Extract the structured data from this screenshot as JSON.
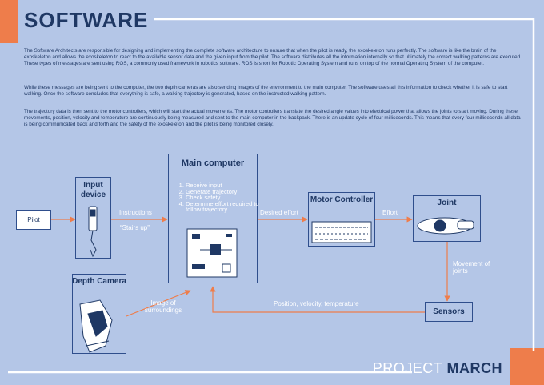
{
  "title": "SOFTWARE",
  "paragraphs": [
    "The Software Architects are responsible for designing and implementing the complete software architecture to ensure that when the pilot is ready, the exoskeleton runs perfectly. The software is like the brain of the exoskeleton and allows the exoskeleton to react to the available sensor data and the given input from the pilot. The software distributes all the information internally so that ultimately the correct walking patterns are executed. These types of messages are sent using ROS, a commonly used framework in robotics software. ROS is short for Robotic Operating System and runs on top of the normal Operating System of the computer.",
    "While these messages are being sent to the computer, the two depth cameras are also sending images of the environment to the main computer. The software uses all this information to check whether it is safe to start walking. Once the software concludes that everything is safe, a walking trajectory is generated, based on the instructed walking pattern.",
    "The trajectory data is then sent to the motor controllers, which will start the actual movements. The motor controllers translate the desired angle values into electrical power that allows the joints to start moving. During these movements, position, velocity and temperature are continuously being measured and sent to the main computer in the backpack. There is an update cycle of four milliseconds. This means that every four milliseconds all data is being communicated back and forth and the safety of the exoskeleton and the pilot is being monitored closely."
  ],
  "diagram": {
    "pilot": "Pilot",
    "input_device": "Input device",
    "depth_camera": "Depth Camera",
    "main_computer": "Main computer",
    "steps": [
      "Receive input",
      "Generate trajectory",
      "Check safety",
      "Determine effort required to follow trajectory"
    ],
    "motor_controller": "Motor Controller",
    "joint": "Joint",
    "sensors": "Sensors",
    "flows": {
      "instructions": "Instructions",
      "stairs_up": "“Stairs up”",
      "image_of_surroundings": "Image of surroundings",
      "desired_effort": "Desired effort",
      "effort": "Effort",
      "movement_of_joints": "Movement of joints",
      "position_velocity_temperature": "Position, velocity, temperature"
    }
  },
  "footer": {
    "project": "PROJECT",
    "march": "MARCH"
  },
  "colors": {
    "background": "#b4c6e7",
    "accent": "#ee7d4b",
    "navy": "#1f3864",
    "white": "#ffffff"
  }
}
